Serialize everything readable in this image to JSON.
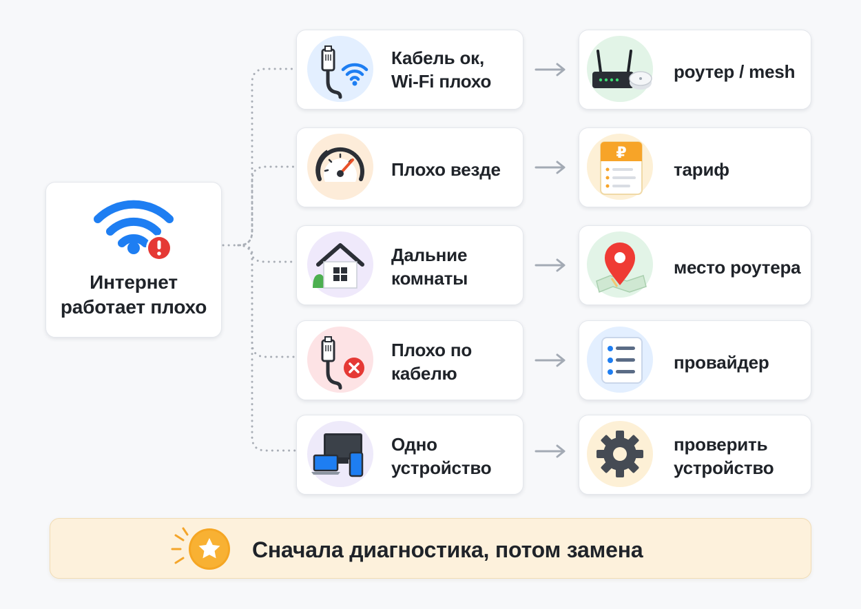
{
  "root": {
    "label_line1": "Интернет",
    "label_line2": "работает плохо",
    "icon": "wifi-warning-icon"
  },
  "branches": [
    {
      "line1": "Кабель ок,",
      "line2": "Wi-Fi плохо",
      "icon": "ethernet-wifi-icon",
      "bg": "#e3efff",
      "result": {
        "line1": "роутер / mesh",
        "line2": "",
        "icon": "router-mesh-icon",
        "bg": "#e2f4e7"
      }
    },
    {
      "line1": "Плохо везде",
      "line2": "",
      "icon": "speedometer-icon",
      "bg": "#fdecd9",
      "result": {
        "line1": "тариф",
        "line2": "",
        "icon": "tariff-ruble-icon",
        "bg": "#fdf0d6"
      }
    },
    {
      "line1": "Дальние",
      "line2": "комнаты",
      "icon": "house-icon",
      "bg": "#efe9fb",
      "result": {
        "line1": "место роутера",
        "line2": "",
        "icon": "map-pin-icon",
        "bg": "#e2f4e7"
      }
    },
    {
      "line1": "Плохо по",
      "line2": "кабелю",
      "icon": "ethernet-error-icon",
      "bg": "#fde3e5",
      "result": {
        "line1": "провайдер",
        "line2": "",
        "icon": "checklist-icon",
        "bg": "#e3efff"
      }
    },
    {
      "line1": "Одно",
      "line2": "устройство",
      "icon": "devices-icon",
      "bg": "#eeeafa",
      "result": {
        "line1": "проверить",
        "line2": "устройство",
        "icon": "gear-icon",
        "bg": "#fdf0d6"
      }
    }
  ],
  "footer": {
    "text": "Сначала диагностика, потом замена",
    "icon": "star-badge-icon"
  },
  "colors": {
    "accent_blue": "#1e7ef2",
    "warning_red": "#e53935",
    "card_border": "#e4e7ec",
    "footer_bg": "#fdf1dc",
    "arrow_gray": "#a3aab4"
  }
}
